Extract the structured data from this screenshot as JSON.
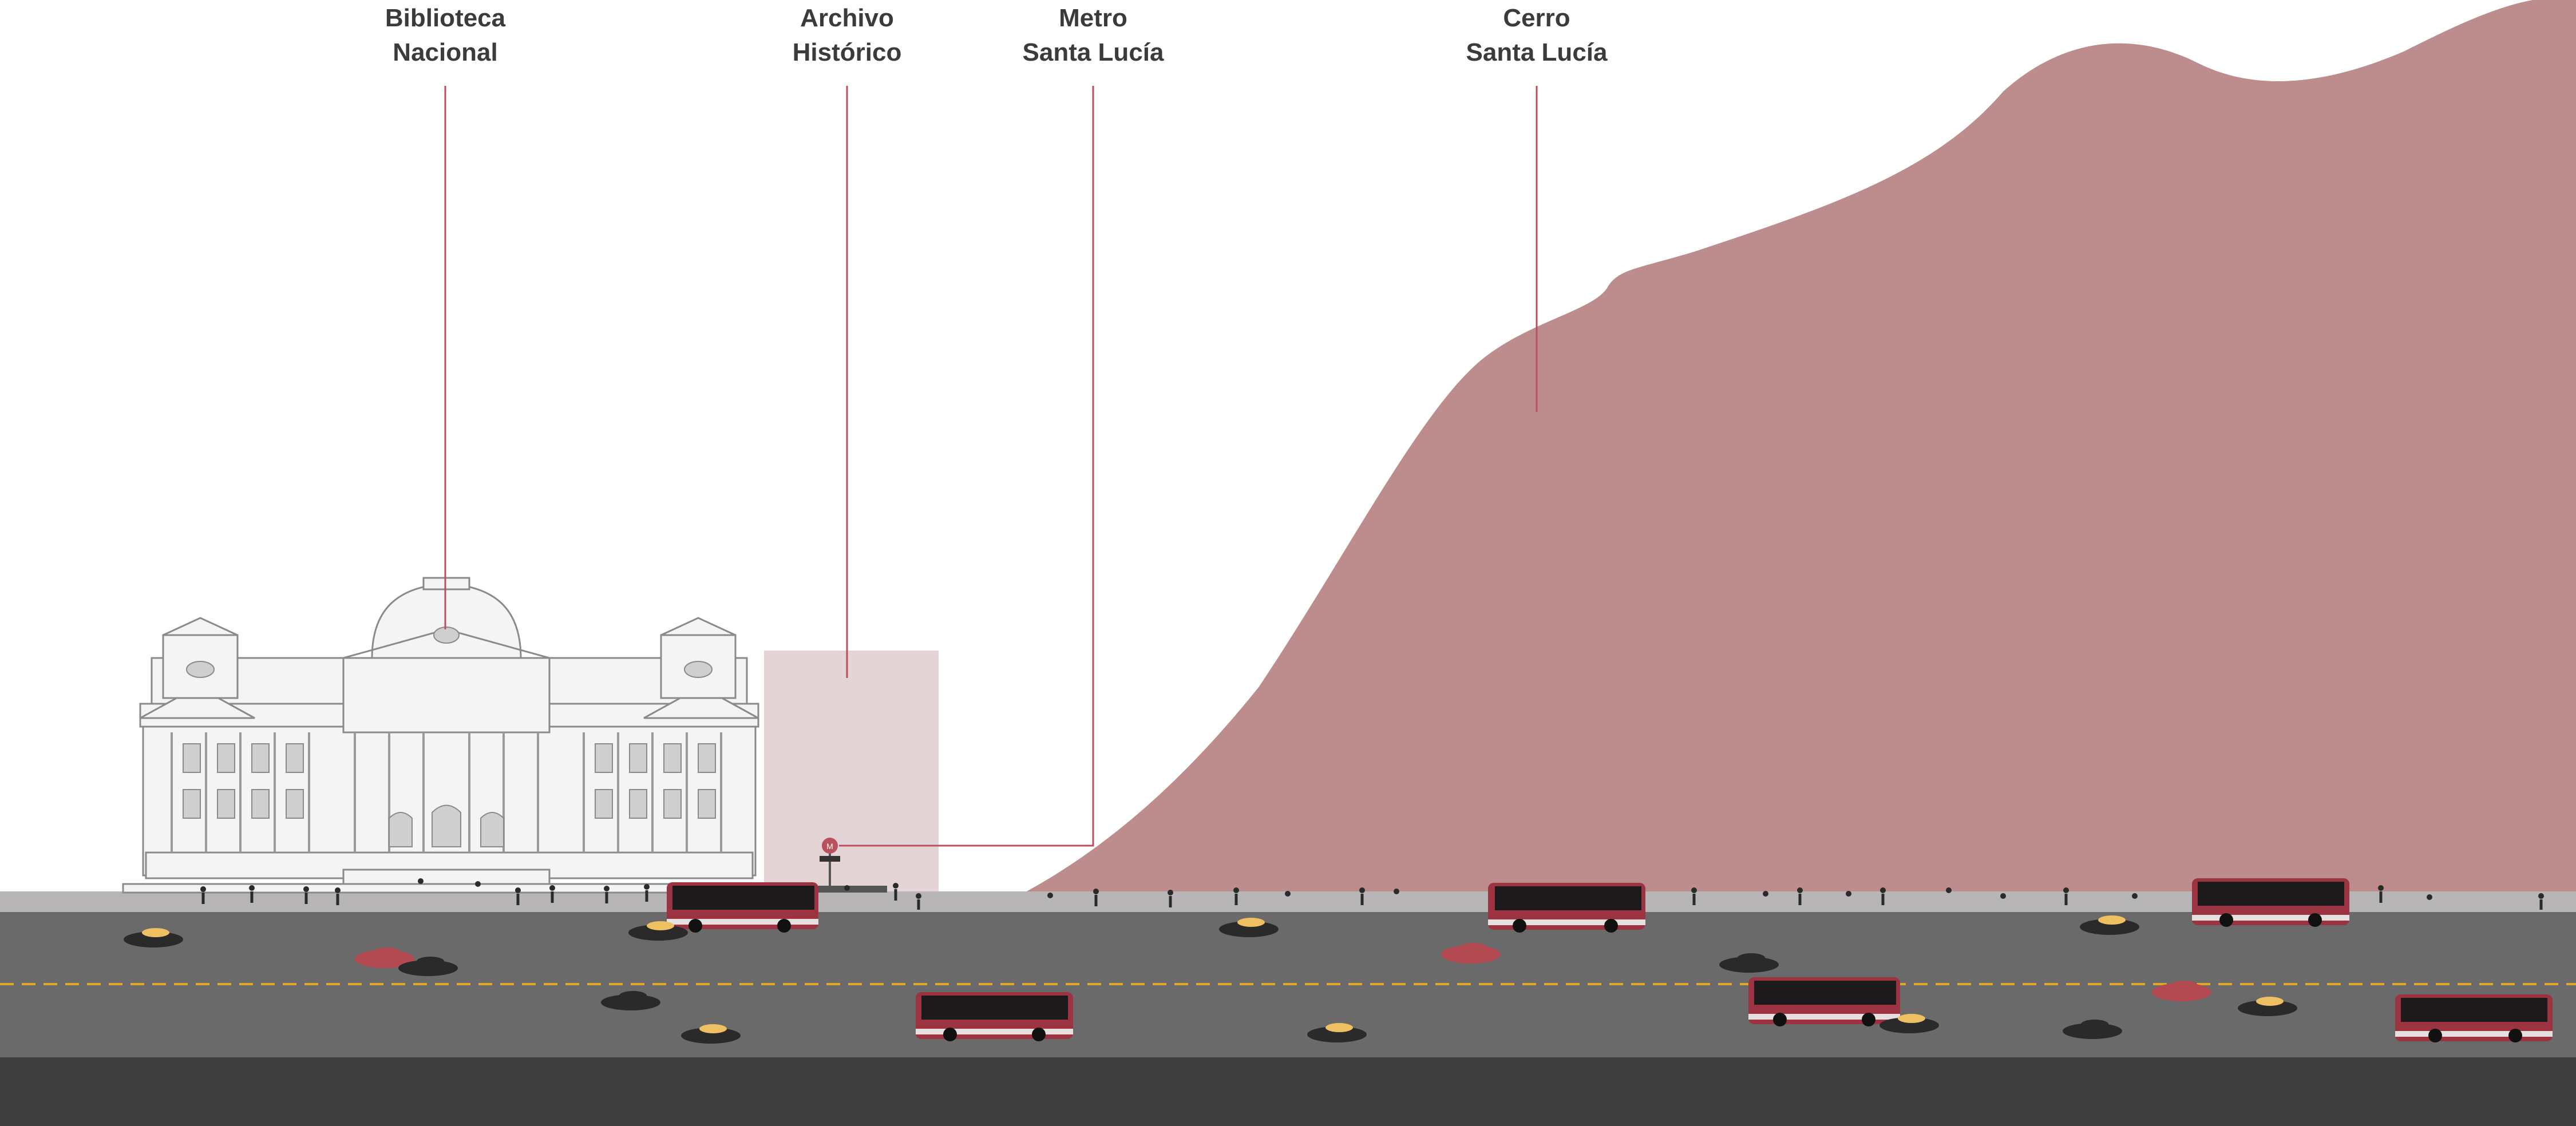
{
  "labels": [
    {
      "line1": "Biblioteca",
      "line2": "Nacional"
    },
    {
      "line1": "Archivo",
      "line2": "Histórico"
    },
    {
      "line1": "Metro",
      "line2": "Santa Lucía"
    },
    {
      "line1": "Cerro",
      "line2": "Santa Lucía"
    }
  ],
  "colors": {
    "hill": "#bd8d8d",
    "archive_block": "#e5d4d5",
    "leader_line": "#b8505e",
    "sidewalk": "#b7b5b5",
    "road": "#6b6a6a",
    "road_lower": "#3f3f3f",
    "lane_marking": "#e0a72a",
    "bus_body": "#9b3440",
    "bus_window": "#1c1a1b",
    "car_dark": "#2a2a2a",
    "car_red": "#b34a52",
    "car_roof_yellow": "#eec062",
    "building_stroke": "#8a8a8a",
    "building_fill": "#f4f4f4"
  },
  "icons": [
    "metro-sign-icon",
    "bus-icon",
    "car-icon",
    "pedestrian-icon"
  ]
}
